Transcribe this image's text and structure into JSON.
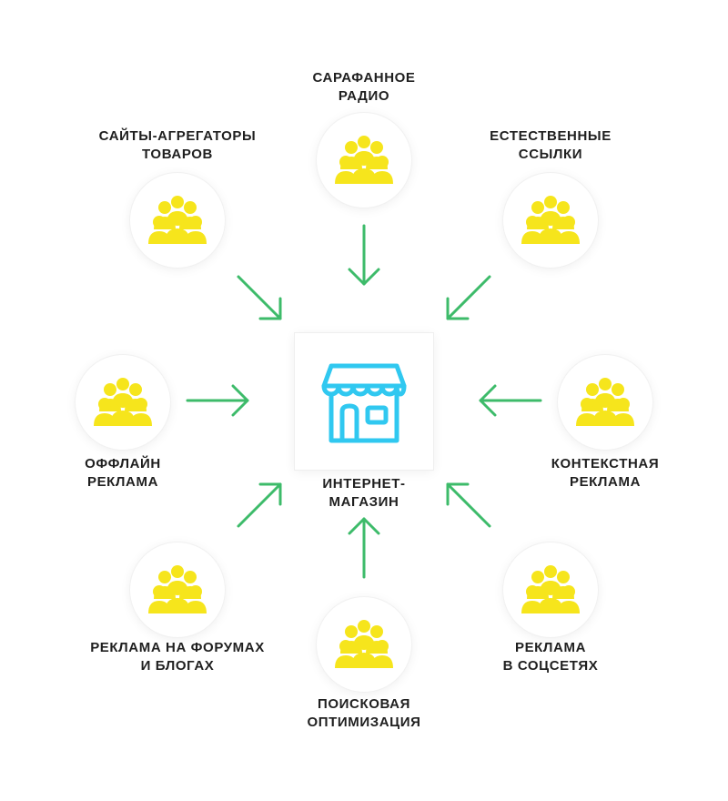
{
  "center": {
    "label_lines": [
      "ИНТЕРНЕТ-",
      "МАГАЗИН"
    ],
    "icon": "store-icon"
  },
  "nodes": [
    {
      "id": "word-of-mouth",
      "label_lines": [
        "САРАФАННОЕ",
        "РАДИО"
      ],
      "icon": "people-group-icon"
    },
    {
      "id": "natural-links",
      "label_lines": [
        "ЕСТЕСТВЕННЫЕ",
        "ССЫЛКИ"
      ],
      "icon": "people-group-icon"
    },
    {
      "id": "context-ads",
      "label_lines": [
        "КОНТЕКСТНАЯ",
        "РЕКЛАМА"
      ],
      "icon": "people-group-icon"
    },
    {
      "id": "social-ads",
      "label_lines": [
        "РЕКЛАМА",
        "В СОЦСЕТЯХ"
      ],
      "icon": "people-group-icon"
    },
    {
      "id": "seo",
      "label_lines": [
        "ПОИСКОВАЯ",
        "ОПТИМИЗАЦИЯ"
      ],
      "icon": "people-group-icon"
    },
    {
      "id": "forum-ads",
      "label_lines": [
        "РЕКЛАМА НА ФОРУМАХ",
        "И БЛОГАХ"
      ],
      "icon": "people-group-icon"
    },
    {
      "id": "offline-ads",
      "label_lines": [
        "ОФФЛАЙН",
        "РЕКЛАМА"
      ],
      "icon": "people-group-icon"
    },
    {
      "id": "aggregators",
      "label_lines": [
        "САЙТЫ-АГРЕГАТОРЫ",
        "ТОВАРОВ"
      ],
      "icon": "people-group-icon"
    }
  ],
  "colors": {
    "arrow": "#3dbb6a",
    "people": "#f6e51c",
    "store": "#30c8f0",
    "text": "#1f1f1f"
  }
}
